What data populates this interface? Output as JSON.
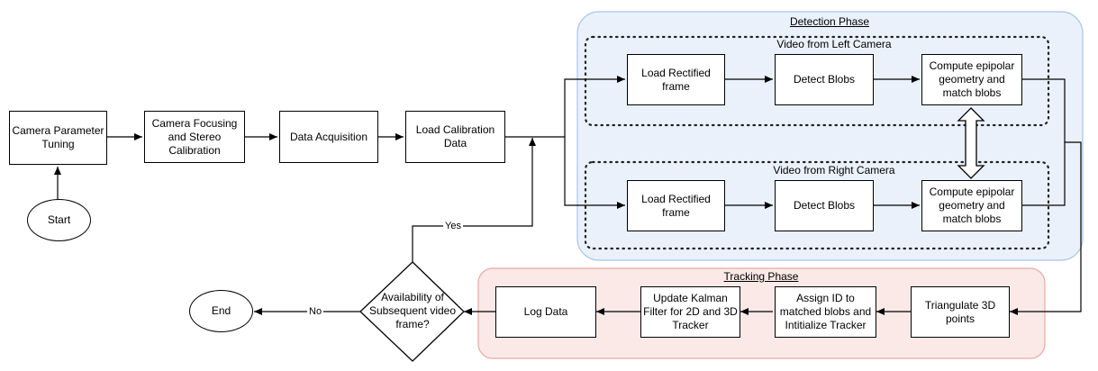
{
  "regions": {
    "detection_title": "Detection Phase",
    "left_camera_title": "Video from Left Camera",
    "right_camera_title": "Video from Right Camera",
    "tracking_title": "Tracking Phase"
  },
  "nodes": {
    "camera_param": "Camera Parameter\nTuning",
    "focusing": "Camera Focusing\nand Stereo\nCalibration",
    "data_acq": "Data Acquisition",
    "load_calib": "Load Calibration\nData",
    "start": "Start",
    "left_load": "Load Rectified\nframe",
    "left_detect": "Detect Blobs",
    "left_epipolar": "Compute epipolar\ngeometry and\nmatch blobs",
    "right_load": "Load Rectified\nframe",
    "right_detect": "Detect Blobs",
    "right_epipolar": "Compute epipolar\ngeometry and\nmatch blobs",
    "triangulate": "Triangulate 3D\npoints",
    "assign_id": "Assign ID to\nmatched blobs and\nIntitialize Tracker",
    "update_kalman": "Update Kalman\nFilter for 2D and 3D\nTracker",
    "log_data": "Log Data",
    "availability": "Availability of\nSubsequent video\nframe?",
    "end": "End"
  },
  "edge_labels": {
    "yes": "Yes",
    "no": "No"
  },
  "colors": {
    "detection_fill": "#eaf1fb",
    "detection_stroke": "#a9c4e8",
    "tracking_fill": "#fbe9e7",
    "tracking_stroke": "#e8a9a2"
  }
}
